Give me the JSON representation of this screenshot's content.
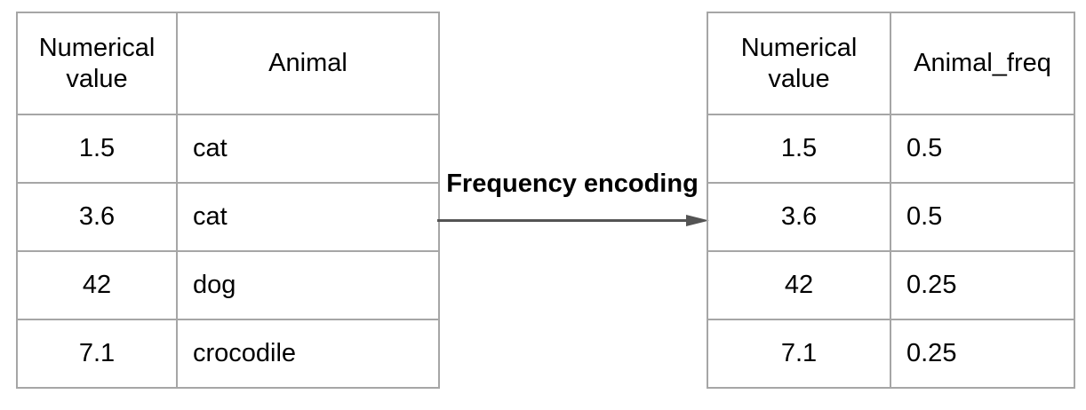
{
  "diagram": {
    "label": "Frequency encoding",
    "arrow_icon": "arrow-right-icon"
  },
  "left_table": {
    "headers": [
      "Numerical value",
      "Animal"
    ],
    "rows": [
      [
        "1.5",
        "cat"
      ],
      [
        "3.6",
        "cat"
      ],
      [
        "42",
        "dog"
      ],
      [
        "7.1",
        "crocodile"
      ]
    ]
  },
  "right_table": {
    "headers": [
      "Numerical value",
      "Animal_freq"
    ],
    "rows": [
      [
        "1.5",
        "0.5"
      ],
      [
        "3.6",
        "0.5"
      ],
      [
        "42",
        "0.25"
      ],
      [
        "7.1",
        "0.25"
      ]
    ]
  },
  "colors": {
    "background": "#ffffff",
    "text": "#000000",
    "label": "#000000",
    "border": "#a6a6a6",
    "arrow": "#545454"
  }
}
